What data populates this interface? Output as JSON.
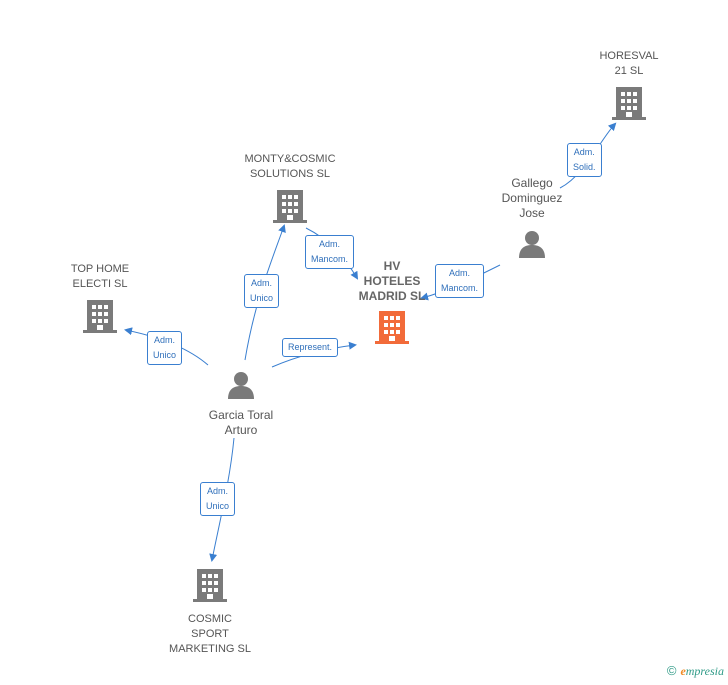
{
  "nodes": {
    "horesval": {
      "label": "HORESVAL\n21 SL"
    },
    "monty": {
      "label": "MONTY&COSMIC\nSOLUTIONS SL"
    },
    "topHome": {
      "label": "TOP HOME\nELECTI SL"
    },
    "hv": {
      "label": "HV\nHOTELES\nMADRID SL"
    },
    "gallego": {
      "label": "Gallego\nDominguez\nJose"
    },
    "garcia": {
      "label": "Garcia Toral\nArturo"
    },
    "cosmic": {
      "label": "COSMIC\nSPORT\nMARKETING SL"
    }
  },
  "edges": {
    "admSolid": "Adm.\nSolid.",
    "admMancom1": "Adm.\nMancom.",
    "admMancom2": "Adm.\nMancom.",
    "admUnico1": "Adm.\nUnico",
    "admUnico2": "Adm.\nUnico",
    "admUnico3": "Adm.\nUnico",
    "represent": "Represent."
  },
  "colors": {
    "edge": "#3a7fd0",
    "building": "#7a7a7a",
    "building_main": "#f26b3a",
    "person": "#7a7a7a"
  },
  "footer": {
    "copyright": "©",
    "brand_first": "e",
    "brand_rest": "mpresia"
  }
}
